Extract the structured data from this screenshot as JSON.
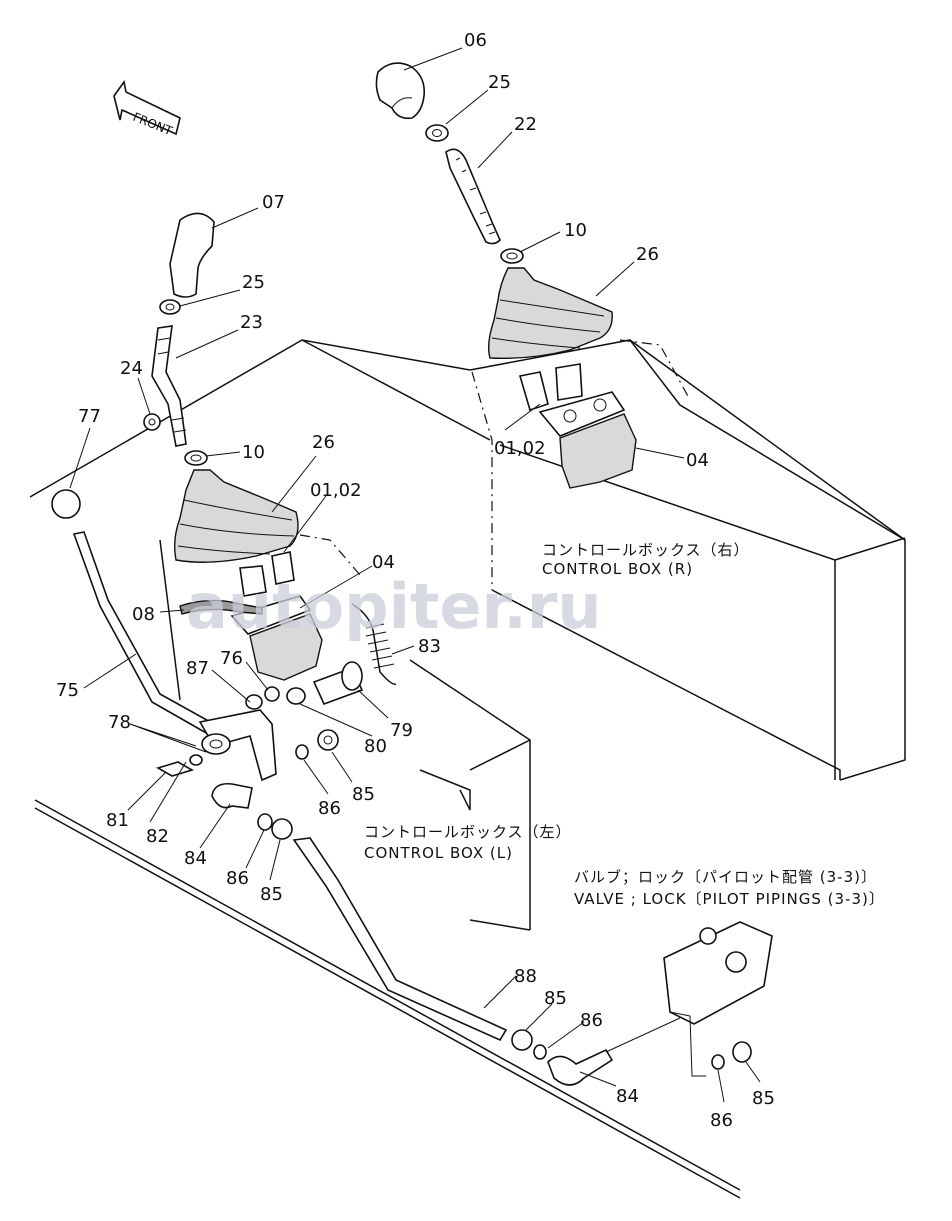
{
  "front_label": "FRONT",
  "watermark": "autopiter.ru",
  "captions": {
    "right_box_jp": "コントロールボックス（右）",
    "right_box_en": "CONTROL BOX (R)",
    "left_box_jp": "コントロールボックス（左）",
    "left_box_en": "CONTROL BOX (L)",
    "valve_jp": "バルブ；ロック〔パイロット配管 (3-3)〕",
    "valve_en": "VALVE ; LOCK〔PILOT PIPINGS (3-3)〕"
  },
  "part_labels": {
    "p06": "06",
    "p25_right": "25",
    "p22": "22",
    "p10_right": "10",
    "p26_right": "26",
    "p0102_right": "01,02",
    "p04_right": "04",
    "p07": "07",
    "p25_left": "25",
    "p23": "23",
    "p24": "24",
    "p77": "77",
    "p10_left": "10",
    "p26_left": "26",
    "p0102_left": "01,02",
    "p04_left": "04",
    "p08": "08",
    "p83": "83",
    "p76": "76",
    "p87": "87",
    "p75": "75",
    "p78": "78",
    "p80": "80",
    "p79": "79",
    "p81": "81",
    "p82": "82",
    "p86_a": "86",
    "p85_a": "85",
    "p84_a": "84",
    "p86_b": "86",
    "p85_b": "85",
    "p88": "88",
    "p85_c": "85",
    "p86_c": "86",
    "p84_b": "84",
    "p86_d": "86",
    "p85_d": "85"
  }
}
